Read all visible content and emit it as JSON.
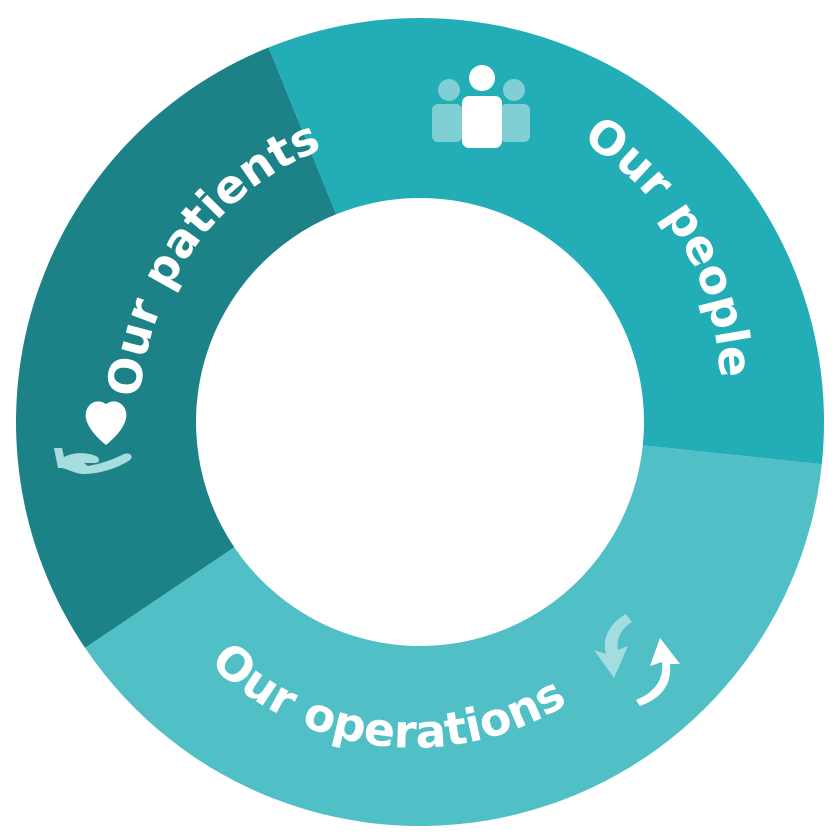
{
  "segments": [
    {
      "id": "patients",
      "label": "Our patients",
      "icon": "hand-heart-icon",
      "color": "#1c8287"
    },
    {
      "id": "people",
      "label": "Our people",
      "icon": "people-group-icon",
      "color": "#23adb6"
    },
    {
      "id": "operations",
      "label": "Our operations",
      "icon": "cycle-arrows-icon",
      "color": "#50bfc6"
    }
  ],
  "colors": {
    "background": "#ffffff",
    "label_text": "#ffffff",
    "icon_light": "#ffffff",
    "icon_faded": "#9fdbe0"
  }
}
